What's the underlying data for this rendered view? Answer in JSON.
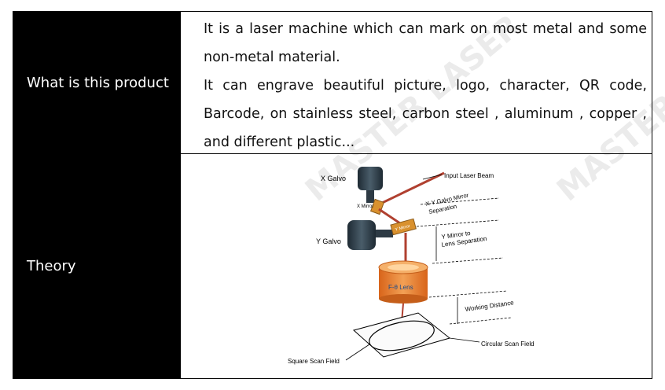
{
  "rows": [
    {
      "header": "What is this product",
      "paragraphs": [
        "It is a laser machine which can mark on most metal and some non-metal material.",
        "It can engrave beautiful picture, logo, character, QR code, Barcode, on stainless steel, carbon steel , aluminum ,  copper , and different plastic..."
      ]
    },
    {
      "header": "Theory",
      "diagram": {
        "labels": {
          "x_galvo": "X Galvo",
          "input_beam": "Input Laser Beam",
          "x_mirror": "X Mirror",
          "xy_sep_1": "X-Y Galvo Mirror",
          "xy_sep_2": "Separation",
          "y_mirror": "Y Mirror",
          "y_galvo": "Y Galvo",
          "ylens_1": "Y Mirror to",
          "ylens_2": "Lens Separation",
          "lens": "F-θ Lens",
          "working": "Working Distance",
          "circular": "Circular Scan Field",
          "square": "Square Scan Field"
        }
      }
    }
  ],
  "watermark": "MASTER LASER",
  "colors": {
    "header_bg": "#000000",
    "lens": "#e87a2a",
    "beam": "#b04030"
  }
}
